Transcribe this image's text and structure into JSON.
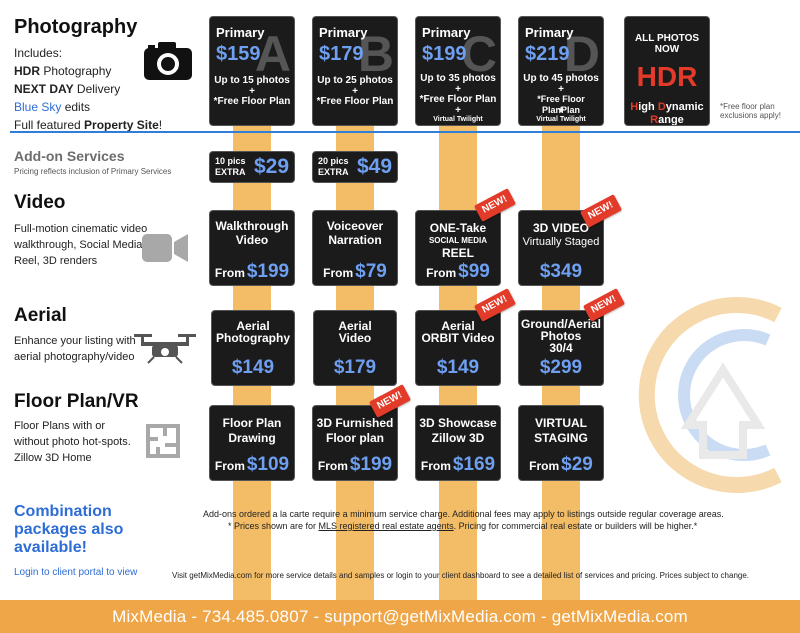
{
  "photography": {
    "title": "Photography",
    "includes_label": "Includes:",
    "inc1_bold": "HDR",
    "inc1_rest": " Photography",
    "inc2_bold": "NEXT DAY",
    "inc2_rest": " Delivery",
    "inc3_blue": "Blue Sky",
    "inc3_rest": " edits",
    "inc4_rest": "Full featured ",
    "inc4_bold": "Property Site",
    "inc4_end": "!"
  },
  "primary": [
    {
      "label": "Primary",
      "price": "$159",
      "letter": "A",
      "line1": "Up to 15 photos",
      "line2": "+",
      "line3": "*Free Floor Plan",
      "line4": "",
      "line5": ""
    },
    {
      "label": "Primary",
      "price": "$179",
      "letter": "B",
      "line1": "Up to 25 photos",
      "line2": "+",
      "line3": "*Free Floor Plan",
      "line4": "",
      "line5": ""
    },
    {
      "label": "Primary",
      "price": "$199",
      "letter": "C",
      "line1": "Up to 35 photos",
      "line2": "+",
      "line3": "*Free Floor Plan",
      "line4": "+",
      "line5": "Virtual Twilight"
    },
    {
      "label": "Primary",
      "price": "$219",
      "letter": "D",
      "line1": "Up to 45 photos",
      "line2": "+",
      "line3": "*Free Floor PlanPlan",
      "line4": "+",
      "line5": "Virtual Twilight"
    }
  ],
  "hdr_card": {
    "top": "ALL PHOTOS NOW",
    "big": "HDR",
    "r1_h": "H",
    "r1_rest": "igh ",
    "r1_d": "D",
    "r1_rest2": "ynamic",
    "r2_r": "R",
    "r2_rest": "ange"
  },
  "free_floor_note": "*Free floor plan exclusions apply!",
  "addons": {
    "title": "Add-on Services",
    "note": "Pricing reflects inclusion of Primary Services",
    "items": [
      {
        "line1": "10 pics",
        "line2": "EXTRA",
        "price": "$29"
      },
      {
        "line1": "20 pics",
        "line2": "EXTRA",
        "price": "$49"
      }
    ]
  },
  "video": {
    "title": "Video",
    "desc1": "Full-motion cinematic video",
    "desc2": "walkthrough, Social Media",
    "desc3": "Reel, 3D renders",
    "cards": [
      {
        "t1": "Walkthrough",
        "t2": "Video",
        "sub": "",
        "t3": "",
        "from": "From",
        "price": "$199"
      },
      {
        "t1": "Voiceover",
        "t2": "Narration",
        "sub": "",
        "t3": "",
        "from": "From",
        "price": "$79"
      },
      {
        "t1": "ONE-Take",
        "t2": "",
        "sub": "SOCIAL MEDIA",
        "t3": "REEL",
        "from": "From",
        "price": "$99"
      },
      {
        "t1": "3D VIDEO",
        "t2": "Virtually Staged",
        "sub": "",
        "t3": "",
        "from": "",
        "price": "$349"
      }
    ]
  },
  "aerial": {
    "title": "Aerial",
    "desc1": "Enhance your listing with",
    "desc2": "aerial photography/video",
    "cards": [
      {
        "t1": "Aerial",
        "t2": "Photography",
        "t3": "",
        "price": "$149"
      },
      {
        "t1": "Aerial",
        "t2": "Video",
        "t3": "",
        "price": "$179"
      },
      {
        "t1": "Aerial",
        "t2": "ORBIT Video",
        "t3": "",
        "price": "$149"
      },
      {
        "t1": "Ground/Aerial",
        "t2": "Photos",
        "t3": "30/4",
        "price": "$299"
      }
    ]
  },
  "floorplan": {
    "title": "Floor Plan/VR",
    "desc1": "Floor Plans with or",
    "desc2": "without photo hot-spots.",
    "desc3": "Zillow 3D Home",
    "cards": [
      {
        "t1": "Floor Plan",
        "t2": "Drawing",
        "from": "From",
        "price": "$109"
      },
      {
        "t1": "3D Furnished",
        "t2": "Floor plan",
        "from": "From",
        "price": "$199"
      },
      {
        "t1": "3D Showcase",
        "t2": "Zillow 3D",
        "from": "From",
        "price": "$169"
      },
      {
        "t1": "VIRTUAL",
        "t2": "STAGING",
        "from": "From",
        "price": "$29"
      }
    ]
  },
  "new_badge": "NEW!",
  "combo": {
    "text": "Combination packages also available!",
    "login": "Login to client portal to view"
  },
  "notes": {
    "line1": "Add-ons ordered a la carte require a minimum service charge. Additional fees may apply to listings outside regular coverage areas.",
    "line2a": "* Prices shown are for ",
    "line2u": "MLS registered real estate agents",
    "line2b": ". Pricing for commercial real estate or builders will be higher.*",
    "line3": "Visit getMixMedia.com for more service details and samples or login to your client dashboard to see a detailed list of services and pricing. Prices subject to change."
  },
  "footer": "MixMedia - 734.485.0807 - support@getMixMedia.com - getMixMedia.com",
  "colors": {
    "accent_blue": "#2e6dd6",
    "price_blue": "#6e9ff0",
    "tan": "#f3bd68",
    "footer": "#eea648",
    "red": "#e33b2a"
  }
}
